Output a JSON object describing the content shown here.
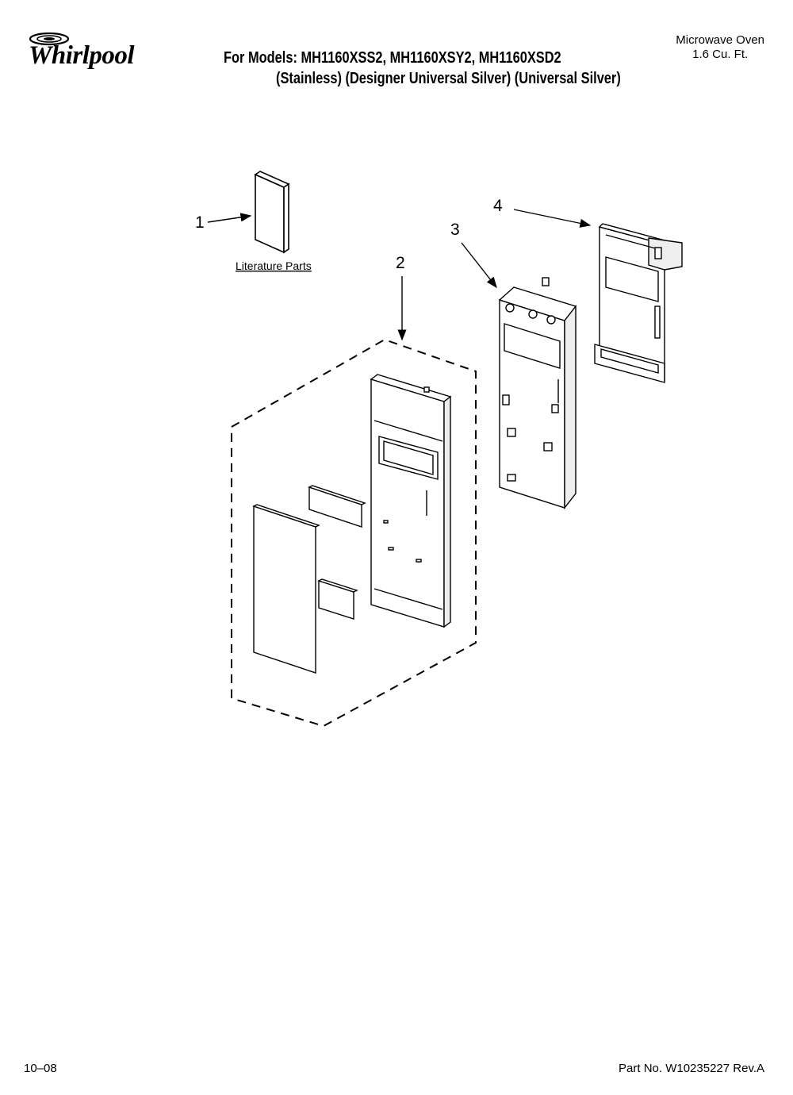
{
  "header": {
    "brand": "Whirlpool",
    "models_line": "For Models: MH1160XSS2, MH1160XSY2, MH1160XSD2",
    "variants_line": "(Stainless) (Designer Universal Silver) (Universal Silver)",
    "product_type": "Microwave Oven",
    "capacity": "1.6 Cu. Ft."
  },
  "diagram": {
    "callouts": [
      {
        "number": "1"
      },
      {
        "number": "2"
      },
      {
        "number": "3"
      },
      {
        "number": "4"
      }
    ],
    "literature_label": "Literature Parts"
  },
  "footer": {
    "date_code": "10–08",
    "part_number": "Part No. W10235227 Rev.A"
  }
}
